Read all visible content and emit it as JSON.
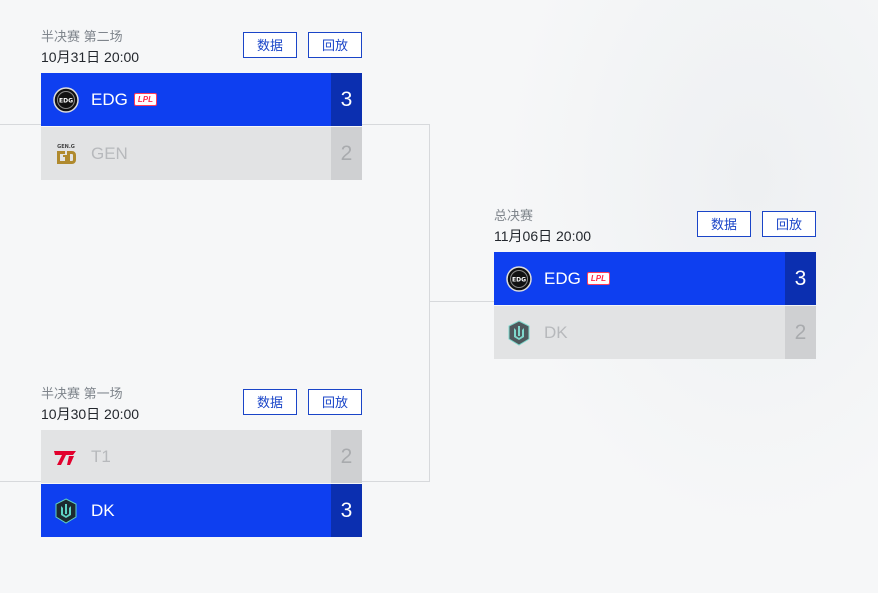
{
  "colors": {
    "win": "#0e3ff0",
    "win_score": "#0b2fb0",
    "lose": "#e2e3e4",
    "accent": "#1a45c8",
    "lpl_badge": "#ff2a4b"
  },
  "matches": [
    {
      "round": "半决赛 第二场",
      "time": "10月31日 20:00",
      "data_label": "数据",
      "replay_label": "回放",
      "teams": [
        {
          "name": "EDG",
          "badge": "LPL",
          "score": "3",
          "icon": "edg-logo-icon"
        },
        {
          "name": "GEN",
          "badge": "",
          "score": "2",
          "icon": "gen-logo-icon"
        }
      ]
    },
    {
      "round": "半决赛 第一场",
      "time": "10月30日 20:00",
      "data_label": "数据",
      "replay_label": "回放",
      "teams": [
        {
          "name": "T1",
          "badge": "",
          "score": "2",
          "icon": "t1-logo-icon"
        },
        {
          "name": "DK",
          "badge": "",
          "score": "3",
          "icon": "dk-logo-icon"
        }
      ]
    },
    {
      "round": "总决赛",
      "time": "11月06日 20:00",
      "data_label": "数据",
      "replay_label": "回放",
      "teams": [
        {
          "name": "EDG",
          "badge": "LPL",
          "score": "3",
          "icon": "edg-logo-icon"
        },
        {
          "name": "DK",
          "badge": "",
          "score": "2",
          "icon": "dk-logo-icon"
        }
      ]
    }
  ]
}
